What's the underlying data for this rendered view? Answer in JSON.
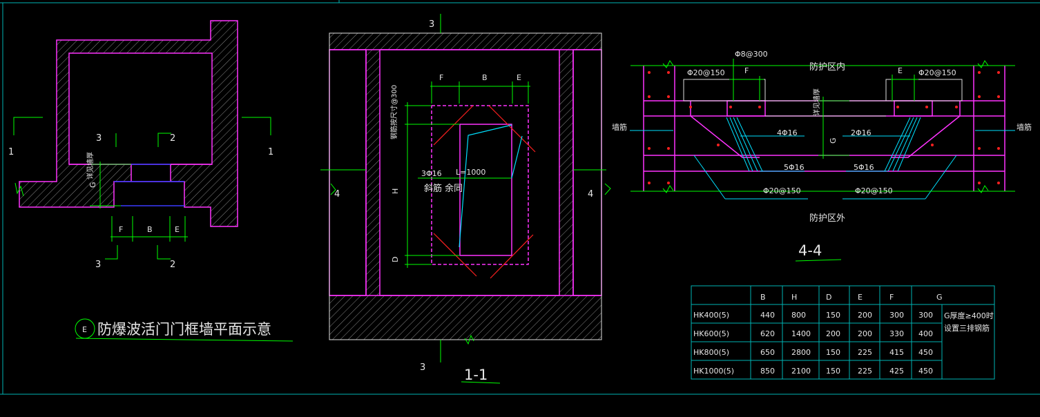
{
  "plan": {
    "title": "防爆波活门门框墙平面示意",
    "badge": "E",
    "section_marks": {
      "left": "1",
      "right": "1",
      "top_a": "3",
      "top_b": "2",
      "bottom_a": "3",
      "bottom_b": "2"
    },
    "dims": {
      "f": "F",
      "b": "B",
      "e": "E",
      "g": "G"
    },
    "vertical_note": "详见墙厚"
  },
  "section_11": {
    "label": "1-1",
    "marks": {
      "top": "3",
      "bottom": "3",
      "left": "4",
      "right": "4"
    },
    "dims": {
      "f": "F",
      "b": "B",
      "e": "E",
      "h": "H",
      "d": "D"
    },
    "rebar_diag": "3Φ16",
    "rebar_len": "L=1000",
    "note": "斜筋 余同",
    "vertical_note": "钢筋按尺寸@300"
  },
  "section_44": {
    "label": "4-4",
    "inside": "防护区内",
    "outside": "防护区外",
    "wall_left": "墙筋",
    "wall_right": "墙筋",
    "top_rebar": "Φ8@300",
    "rebar_left_top": "Φ20@150",
    "rebar_right_top": "Φ20@150",
    "rebar_left_bot": "Φ20@150",
    "rebar_right_bot": "Φ20@150",
    "bar_4": "4Φ16",
    "bar_2": "2Φ16",
    "bar_5a": "5Φ16",
    "bar_5b": "5Φ16",
    "dim_f": "F",
    "dim_e": "E",
    "dim_g": "G",
    "vertical_note": "详见墙厚"
  },
  "table": {
    "headers": [
      "",
      "B",
      "H",
      "D",
      "E",
      "F",
      "G"
    ],
    "rows": [
      [
        "HK400(5)",
        "440",
        "800",
        "150",
        "200",
        "300",
        "300"
      ],
      [
        "HK600(5)",
        "620",
        "1400",
        "200",
        "200",
        "330",
        "400"
      ],
      [
        "HK800(5)",
        "650",
        "2800",
        "150",
        "225",
        "415",
        "450"
      ],
      [
        "HK1000(5)",
        "850",
        "2100",
        "150",
        "225",
        "425",
        "450"
      ]
    ],
    "note_line1": "G厚度≥400时",
    "note_line2": "设置三排钢筋"
  }
}
